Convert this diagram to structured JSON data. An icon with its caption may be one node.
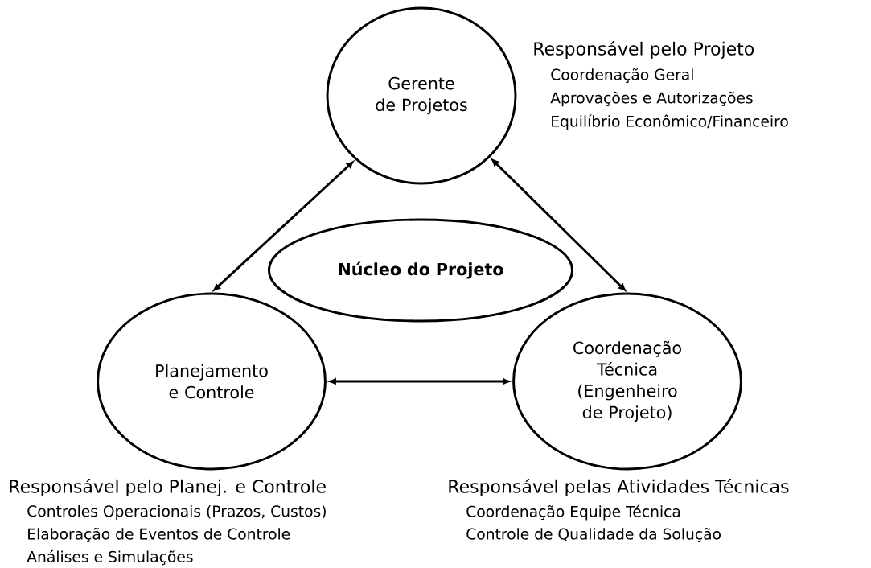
{
  "diagram": {
    "nodes": [
      {
        "text": [
          "Gerente de Projetos"
        ],
        "beside": [
          "Responsável pelo Projeto",
          "Coordenação Geral",
          "Aprovações e Autorizações",
          "Equilíbrio Econômico/Financeiro"
        ]
      },
      {
        "text": [
          "Núcleo do Projeto"
        ]
      },
      {
        "text": [
          "Planejamento e Controle"
        ],
        "beside": [
          "Responsável pelo Planej. e Controle",
          "Controles Operacionais (Prazos, Custos)",
          "Elaboração de Eventos de Controle",
          "Análises e Simulações"
        ]
      },
      {
        "text": [
          "Coordenação Técnica (Engenheiro de Projeto)"
        ],
        "beside": [
          "Responsável pelas Atividades Técnicas",
          "Coordenação Equipe Técnica",
          "Controle de Qualidade da Solução"
        ]
      }
    ],
    "edges": [
      {
        "from": 0,
        "to": 2,
        "arrow": "both"
      },
      {
        "from": 0,
        "to": 3,
        "arrow": "both"
      },
      {
        "from": 2,
        "to": 3,
        "arrow": "both"
      }
    ]
  }
}
